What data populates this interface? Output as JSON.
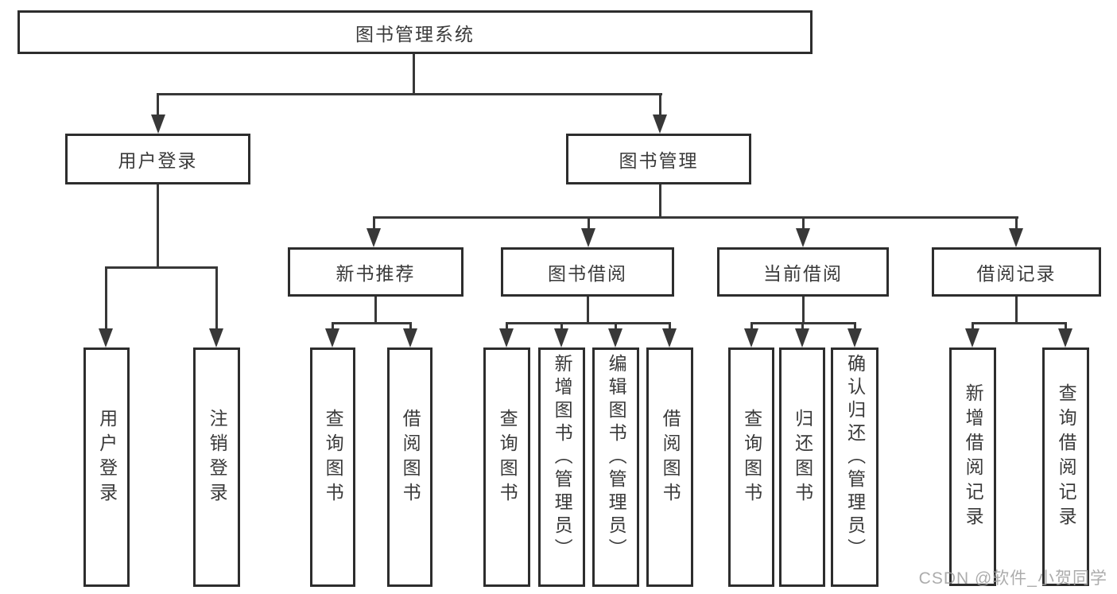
{
  "diagram": {
    "root": {
      "label": "图书管理系统"
    },
    "branches": [
      {
        "label": "用户登录",
        "children": [
          {
            "label": "用户登录"
          },
          {
            "label": "注销登录"
          }
        ]
      },
      {
        "label": "图书管理",
        "children": [
          {
            "label": "新书推荐",
            "children": [
              {
                "label": "查询图书"
              },
              {
                "label": "借阅图书"
              }
            ]
          },
          {
            "label": "图书借阅",
            "children": [
              {
                "label": "查询图书"
              },
              {
                "label": "新增图书（管理员）"
              },
              {
                "label": "编辑图书（管理员）"
              },
              {
                "label": "借阅图书"
              }
            ]
          },
          {
            "label": "当前借阅",
            "children": [
              {
                "label": "查询图书"
              },
              {
                "label": "归还图书"
              },
              {
                "label": "确认归还（管理员）"
              }
            ]
          },
          {
            "label": "借阅记录",
            "children": [
              {
                "label": "新增借阅记录"
              },
              {
                "label": "查询借阅记录"
              }
            ]
          }
        ]
      }
    ]
  },
  "watermark": {
    "text": "CSDN @软件_小贺同学"
  },
  "colors": {
    "line": "#383838",
    "box_border": "#2d2d2d",
    "text": "#3a3a3a",
    "watermark": "#9e9e9e",
    "background": "#ffffff"
  }
}
